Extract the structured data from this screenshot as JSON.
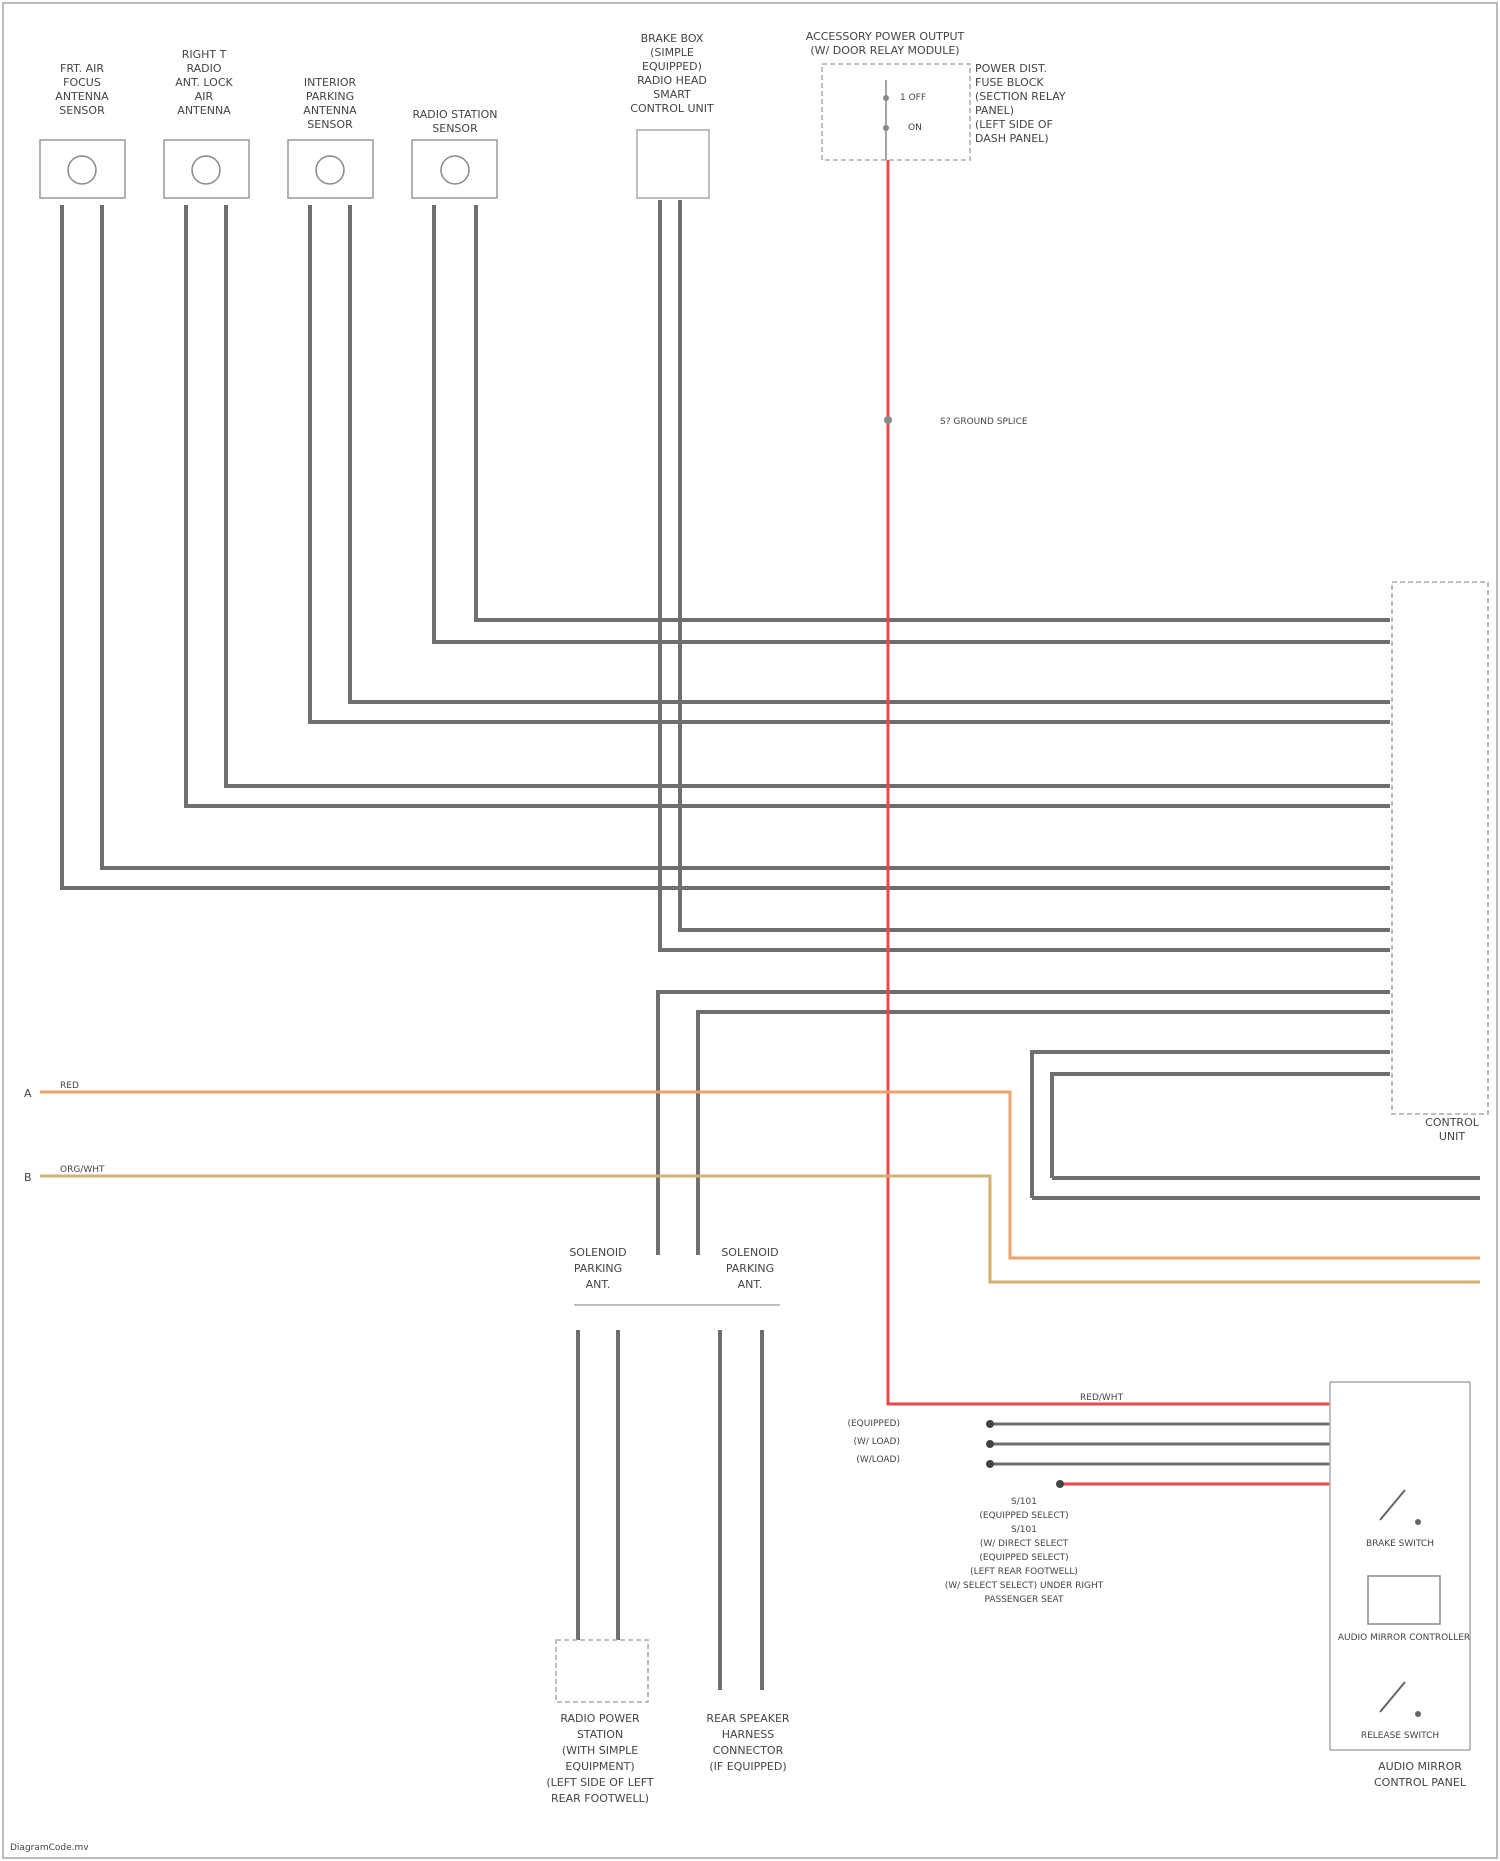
{
  "diagram": {
    "top_components": [
      {
        "label_lines": [
          "FRT. AIR",
          "FOCUS",
          "ANTENNA",
          "SENSOR"
        ],
        "label_lines_note": ""
      },
      {
        "label_lines": [
          "RIGHT T",
          "RADIO",
          "ANT. LOCK",
          "AIR",
          "ANTENNA"
        ]
      },
      {
        "label_lines": [
          "INTERIOR",
          "PARKING",
          "ANTENNA",
          "SENSOR"
        ]
      },
      {
        "label_lines": [
          "RADIO STATION",
          "SENSOR"
        ]
      }
    ],
    "center_module": {
      "label_lines": [
        "BRAKE BOX",
        "(SIMPLE",
        "EQUIPPED)",
        "RADIO HEAD",
        "SMART",
        "CONTROL UNIT"
      ]
    },
    "relay_box": {
      "title_lines": [
        "ACCESSORY POWER OUTPUT",
        "(W/ DOOR RELAY MODULE)"
      ],
      "side_lines": [
        "POWER DIST.",
        "FUSE BLOCK",
        "(SECTION RELAY",
        "PANEL)",
        "(LEFT SIDE OF",
        "DASH PANEL)"
      ],
      "pin_labels": [
        "1 OFF",
        "ON"
      ]
    },
    "splice_label": "S? GROUND SPLICE",
    "right_unit_label": [
      "CONTROL",
      "UNIT"
    ],
    "left_connectors": [
      "A",
      "B"
    ],
    "left_wire_labels": [
      "RED",
      "ORG/WHT"
    ],
    "bottom_modules": [
      {
        "label_lines": [
          "SOLENOID",
          "PARKING",
          "ANT."
        ]
      },
      {
        "label_lines": [
          "SOLENOID",
          "PARKING",
          "ANT."
        ]
      }
    ],
    "bottom_left_device": {
      "label_lines": [
        "RADIO POWER",
        "STATION",
        "(WITH SIMPLE",
        "EQUIPMENT)",
        "(LEFT SIDE OF LEFT",
        "REAR FOOTWELL)"
      ]
    },
    "bottom_mid_device": {
      "label_lines": [
        "REAR SPEAKER",
        "HARNESS",
        "CONNECTOR",
        "(IF EQUIPPED)"
      ]
    },
    "ground_notes": [
      "S/101",
      "(EQUIPPED SELECT)",
      "S/101",
      "(W/ DIRECT SELECT",
      "(EQUIPPED SELECT)",
      "(LEFT REAR FOOTWELL)",
      "(W/ SELECT SELECT) UNDER RIGHT",
      "PASSENGER SEAT"
    ],
    "ground_left_labels": [
      "(EQUIPPED)",
      "(W/ LOAD)",
      "(W/LOAD)"
    ],
    "wire_red_label": "RED/WHT",
    "right_panel": {
      "items": [
        "BRAKE SWITCH",
        "AUDIO MIRROR CONTROLLER",
        "RELEASE SWITCH"
      ],
      "title_lines": [
        "AUDIO MIRROR",
        "CONTROL PANEL"
      ]
    },
    "footer_code": "DiagramCode.mv",
    "colors": {
      "gray_wire": "#6f6f6f",
      "red_wire": "#e84a4a",
      "orange_wire": "#f2a36a",
      "tan_wire": "#d4b070",
      "box": "#aaaaaa"
    }
  }
}
